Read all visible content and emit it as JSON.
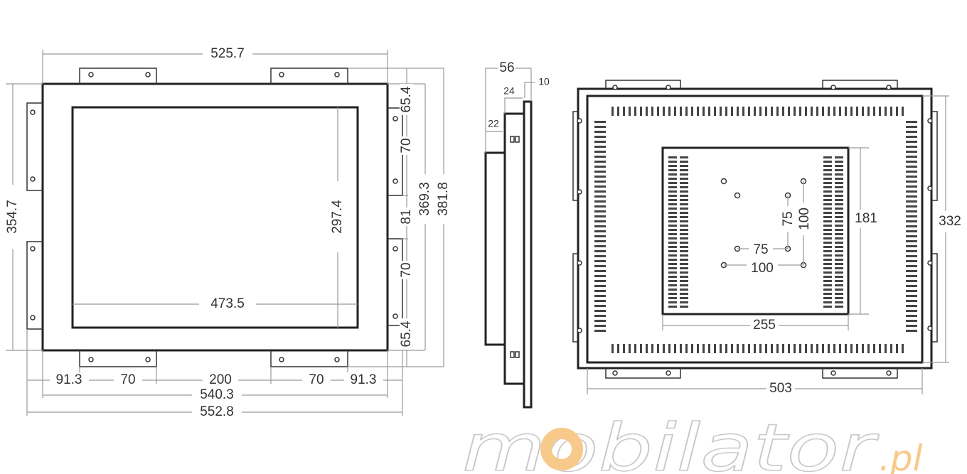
{
  "front_view": {
    "width_overall": "525.7",
    "height_frame": "354.7",
    "screen_height": "297.4",
    "screen_width": "473.5",
    "right_segments": [
      "65.4",
      "70",
      "81",
      "70",
      "65.4"
    ],
    "height_brackets": "369.3",
    "height_overall": "381.8",
    "bottom_segments": [
      "91.3",
      "70",
      "200",
      "70",
      "91.3"
    ],
    "width_brackets": "540.3",
    "width_total": "552.8"
  },
  "side_view": {
    "depth_total": "56",
    "depth_mid": "24",
    "front_thickness": "10",
    "body_offset": "22"
  },
  "back_view": {
    "vesa_small_h": "75",
    "vesa_large_h": "100",
    "vesa_small_v": "75",
    "vesa_large_v": "100",
    "plate_height": "181",
    "plate_width": "255",
    "frame_height": "332",
    "frame_width": "503"
  },
  "watermark": {
    "logo_text": "mobilator",
    "logo_suffix": ".pl",
    "accent_color": "#f7c98b"
  }
}
